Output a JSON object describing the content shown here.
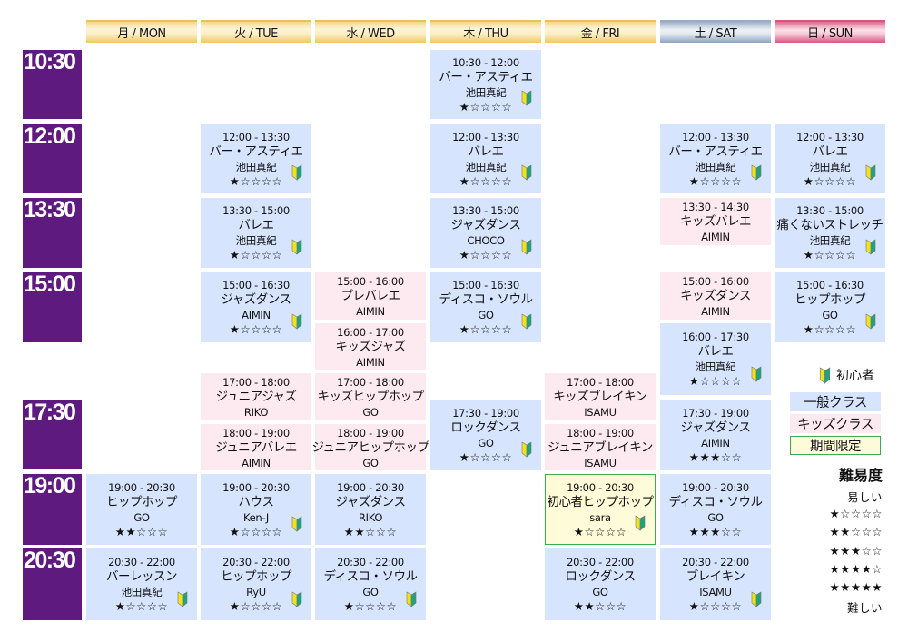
{
  "days": [
    "月 / MON",
    "火 / TUE",
    "水 / WED",
    "木 / THU",
    "金 / FRI",
    "土 / SAT",
    "日 / SUN"
  ],
  "time_slots": [
    "10:30",
    "12:00",
    "13:30",
    "15:00",
    "17:30",
    "19:00",
    "20:30"
  ],
  "classes": [
    {
      "day": 3,
      "start": "10:30",
      "end": "12:00",
      "time": "10:30 - 12:00",
      "name": "バー・アスティエ",
      "teacher": "池田真紀",
      "stars": 1,
      "beginner": true,
      "type": "general"
    },
    {
      "day": 1,
      "start": "12:00",
      "end": "13:30",
      "time": "12:00 - 13:30",
      "name": "バー・アスティエ",
      "teacher": "池田真紀",
      "stars": 1,
      "beginner": true,
      "type": "general"
    },
    {
      "day": 3,
      "start": "12:00",
      "end": "13:30",
      "time": "12:00 - 13:30",
      "name": "バレエ",
      "teacher": "池田真紀",
      "stars": 1,
      "beginner": true,
      "type": "general"
    },
    {
      "day": 5,
      "start": "12:00",
      "end": "13:30",
      "time": "12:00 - 13:30",
      "name": "バー・アスティエ",
      "teacher": "池田真紀",
      "stars": 1,
      "beginner": true,
      "type": "general"
    },
    {
      "day": 6,
      "start": "12:00",
      "end": "13:30",
      "time": "12:00 - 13:30",
      "name": "バレエ",
      "teacher": "池田真紀",
      "stars": 1,
      "beginner": true,
      "type": "general"
    },
    {
      "day": 1,
      "start": "13:30",
      "end": "15:00",
      "time": "13:30 - 15:00",
      "name": "バレエ",
      "teacher": "池田真紀",
      "stars": 1,
      "beginner": true,
      "type": "general"
    },
    {
      "day": 3,
      "start": "13:30",
      "end": "15:00",
      "time": "13:30 - 15:00",
      "name": "ジャズダンス",
      "teacher": "CHOCO",
      "stars": 1,
      "beginner": true,
      "type": "general"
    },
    {
      "day": 5,
      "start": "13:30",
      "end": "14:30",
      "time": "13:30 - 14:30",
      "name": "キッズバレエ",
      "teacher": "AIMIN",
      "stars": 0,
      "beginner": false,
      "type": "kids"
    },
    {
      "day": 6,
      "start": "13:30",
      "end": "15:00",
      "time": "13:30 - 15:00",
      "name": "痛くないストレッチ",
      "teacher": "池田真紀",
      "stars": 1,
      "beginner": true,
      "type": "general"
    },
    {
      "day": 1,
      "start": "15:00",
      "end": "16:30",
      "time": "15:00 - 16:30",
      "name": "ジャズダンス",
      "teacher": "AIMIN",
      "stars": 1,
      "beginner": true,
      "type": "general"
    },
    {
      "day": 2,
      "start": "15:00",
      "end": "16:00",
      "time": "15:00 - 16:00",
      "name": "プレバレエ",
      "teacher": "AIMIN",
      "stars": 0,
      "beginner": false,
      "type": "kids"
    },
    {
      "day": 2,
      "start": "16:00",
      "end": "17:00",
      "time": "16:00 - 17:00",
      "name": "キッズジャズ",
      "teacher": "AIMIN",
      "stars": 0,
      "beginner": false,
      "type": "kids"
    },
    {
      "day": 3,
      "start": "15:00",
      "end": "16:30",
      "time": "15:00 - 16:30",
      "name": "ディスコ・ソウル",
      "teacher": "GO",
      "stars": 1,
      "beginner": true,
      "type": "general"
    },
    {
      "day": 5,
      "start": "15:00",
      "end": "16:00",
      "time": "15:00 - 16:00",
      "name": "キッズダンス",
      "teacher": "AIMIN",
      "stars": 0,
      "beginner": false,
      "type": "kids"
    },
    {
      "day": 5,
      "start": "16:00",
      "end": "17:30",
      "time": "16:00 - 17:30",
      "name": "バレエ",
      "teacher": "池田真紀",
      "stars": 1,
      "beginner": true,
      "type": "general"
    },
    {
      "day": 6,
      "start": "15:00",
      "end": "16:30",
      "time": "15:00 - 16:30",
      "name": "ヒップホップ",
      "teacher": "GO",
      "stars": 1,
      "beginner": true,
      "type": "general"
    },
    {
      "day": 1,
      "start": "17:00",
      "end": "18:00",
      "time": "17:00 - 18:00",
      "name": "ジュニアジャズ",
      "teacher": "RIKO",
      "stars": 0,
      "beginner": false,
      "type": "kids"
    },
    {
      "day": 1,
      "start": "18:00",
      "end": "19:00",
      "time": "18:00 - 19:00",
      "name": "ジュニアバレエ",
      "teacher": "AIMIN",
      "stars": 0,
      "beginner": false,
      "type": "kids"
    },
    {
      "day": 2,
      "start": "17:00",
      "end": "18:00",
      "time": "17:00 - 18:00",
      "name": "キッズヒップホップ",
      "teacher": "GO",
      "stars": 0,
      "beginner": false,
      "type": "kids"
    },
    {
      "day": 2,
      "start": "18:00",
      "end": "19:00",
      "time": "18:00 - 19:00",
      "name": "ジュニアヒップホップ",
      "teacher": "GO",
      "stars": 0,
      "beginner": false,
      "type": "kids"
    },
    {
      "day": 3,
      "start": "17:30",
      "end": "19:00",
      "time": "17:30 - 19:00",
      "name": "ロックダンス",
      "teacher": "GO",
      "stars": 1,
      "beginner": true,
      "type": "general"
    },
    {
      "day": 4,
      "start": "17:00",
      "end": "18:00",
      "time": "17:00 - 18:00",
      "name": "キッズブレイキン",
      "teacher": "ISAMU",
      "stars": 0,
      "beginner": false,
      "type": "kids"
    },
    {
      "day": 4,
      "start": "18:00",
      "end": "19:00",
      "time": "18:00 - 19:00",
      "name": "ジュニアブレイキン",
      "teacher": "ISAMU",
      "stars": 0,
      "beginner": false,
      "type": "kids"
    },
    {
      "day": 5,
      "start": "17:30",
      "end": "19:00",
      "time": "17:30 - 19:00",
      "name": "ジャズダンス",
      "teacher": "AIMIN",
      "stars": 3,
      "beginner": false,
      "type": "general"
    },
    {
      "day": 0,
      "start": "19:00",
      "end": "20:30",
      "time": "19:00 - 20:30",
      "name": "ヒップホップ",
      "teacher": "GO",
      "stars": 2,
      "beginner": false,
      "type": "general"
    },
    {
      "day": 1,
      "start": "19:00",
      "end": "20:30",
      "time": "19:00 - 20:30",
      "name": "ハウス",
      "teacher": "Ken-J",
      "stars": 1,
      "beginner": true,
      "type": "general"
    },
    {
      "day": 2,
      "start": "19:00",
      "end": "20:30",
      "time": "19:00 - 20:30",
      "name": "ジャズダンス",
      "teacher": "RIKO",
      "stars": 2,
      "beginner": false,
      "type": "general"
    },
    {
      "day": 4,
      "start": "19:00",
      "end": "20:30",
      "time": "19:00 - 20:30",
      "name": "初心者ヒップホップ",
      "teacher": "sara",
      "stars": 1,
      "beginner": true,
      "type": "limited"
    },
    {
      "day": 5,
      "start": "19:00",
      "end": "20:30",
      "time": "19:00 - 20:30",
      "name": "ディスコ・ソウル",
      "teacher": "GO",
      "stars": 3,
      "beginner": false,
      "type": "general"
    },
    {
      "day": 0,
      "start": "20:30",
      "end": "22:00",
      "time": "20:30 - 22:00",
      "name": "バーレッスン",
      "teacher": "池田真紀",
      "stars": 1,
      "beginner": true,
      "type": "general"
    },
    {
      "day": 1,
      "start": "20:30",
      "end": "22:00",
      "time": "20:30 - 22:00",
      "name": "ヒップホップ",
      "teacher": "RyU",
      "stars": 1,
      "beginner": true,
      "type": "general"
    },
    {
      "day": 2,
      "start": "20:30",
      "end": "22:00",
      "time": "20:30 - 22:00",
      "name": "ディスコ・ソウル",
      "teacher": "GO",
      "stars": 1,
      "beginner": true,
      "type": "general"
    },
    {
      "day": 4,
      "start": "20:30",
      "end": "22:00",
      "time": "20:30 - 22:00",
      "name": "ロックダンス",
      "teacher": "GO",
      "stars": 2,
      "beginner": false,
      "type": "general"
    },
    {
      "day": 5,
      "start": "20:30",
      "end": "22:00",
      "time": "20:30 - 22:00",
      "name": "ブレイキン",
      "teacher": "ISAMU",
      "stars": 1,
      "beginner": true,
      "type": "general"
    }
  ],
  "legend": {
    "beginner": "初心者",
    "general": "一般クラス",
    "kids": "キッズクラス",
    "limited": "期間限定",
    "difficulty_title": "難易度",
    "easy": "易しい",
    "hard": "難しい",
    "levels": [
      1,
      2,
      3,
      4,
      5
    ]
  },
  "colors": {
    "general": "#d6e4fd",
    "kids": "#fdeaf1",
    "limited": "#fefbd8",
    "time_block": "#5f1a7f",
    "limited_border": "#3daa55"
  }
}
